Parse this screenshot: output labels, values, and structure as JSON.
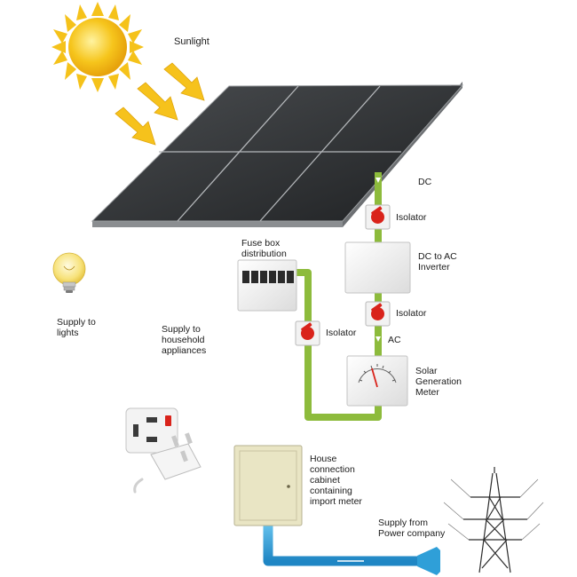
{
  "labels": {
    "sunlight": "Sunlight",
    "dc": "DC",
    "isolator_top": "Isolator",
    "inverter": "DC to AC\nInverter",
    "isolator_mid": "Isolator",
    "ac": "AC",
    "meter": "Solar\nGeneration\nMeter",
    "fuse_box": "Fuse box\ndistribution",
    "isolator_left": "Isolator",
    "lights": "Supply to\nlights",
    "appliances": "Supply to\nhousehold\nappliances",
    "house_cabinet": "House\nconnection\ncabinet\ncontaining\nimport meter",
    "power_company": "Supply from\nPower company"
  },
  "icons": {
    "sun": "sun-icon",
    "rays": "sunlight-arrow-icon",
    "panel": "solar-panel",
    "bulb": "light-bulb-icon",
    "socket": "wall-socket-icon",
    "plug": "plug-icon",
    "pylon": "power-pylon-icon",
    "isolator": "isolator-switch-icon"
  },
  "colors": {
    "blue_pipe": "#2f9fd8",
    "green_pipe": "#8dbb3c",
    "sun": "#f5c21a",
    "panel": "#2b2d2f",
    "isolator_red": "#d9231b",
    "cabinet": "#e9e5c4"
  }
}
